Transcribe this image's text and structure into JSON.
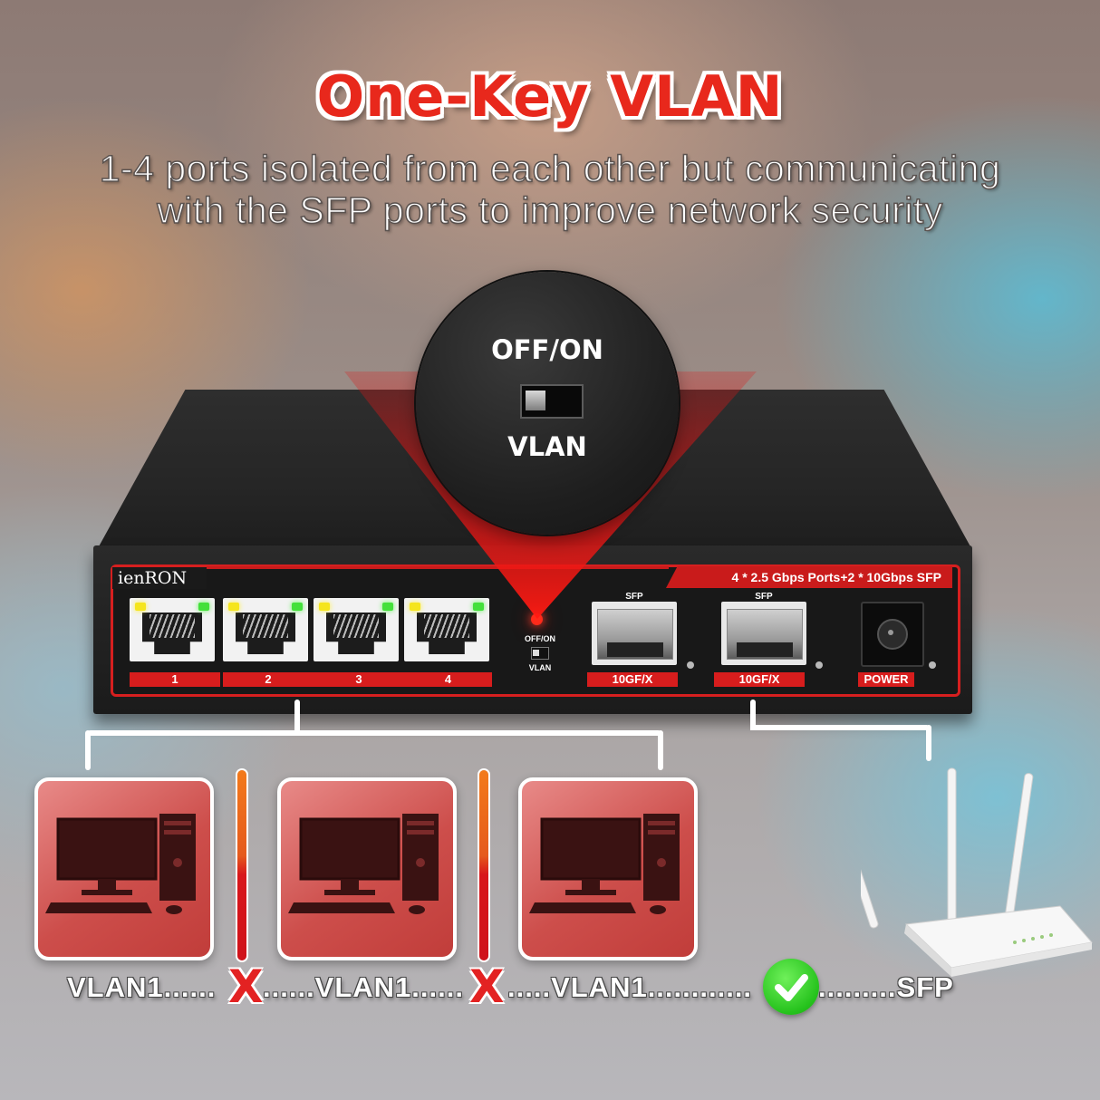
{
  "title": "One-Key VLAN",
  "subtitle": {
    "line1": "1-4 ports isolated from each other but communicating",
    "line2": "with the SFP ports to improve network security"
  },
  "zoom": {
    "label_top": "OFF/ON",
    "label_bottom": "VLAN"
  },
  "device": {
    "brand": "ienRON",
    "spec": "4 * 2.5 Gbps Ports+2 * 10Gbps SFP",
    "ports": [
      {
        "label": "1"
      },
      {
        "label": "2"
      },
      {
        "label": "3"
      },
      {
        "label": "4"
      }
    ],
    "switch_label_top": "OFF/ON",
    "switch_label_bottom": "VLAN",
    "sfp": [
      {
        "top_label": "SFP",
        "label": "10GF/X"
      },
      {
        "top_label": "SFP",
        "label": "10GF/X"
      }
    ],
    "power_label": "POWER"
  },
  "diagram": {
    "labels": {
      "vlan1_a": "VLAN1......",
      "x1": "X",
      "vlan1_b": "......VLAN1......",
      "x2": "X",
      "vlan1_c": ".....VLAN1............",
      "sfp": ".........SFP"
    },
    "icons": [
      "computer-icon",
      "computer-icon",
      "computer-icon",
      "router-icon",
      "blocked-x-icon",
      "check-icon"
    ]
  },
  "colors": {
    "accent_red": "#e8281c",
    "panel_red": "#d71d1d",
    "check_green": "#25c21c"
  }
}
